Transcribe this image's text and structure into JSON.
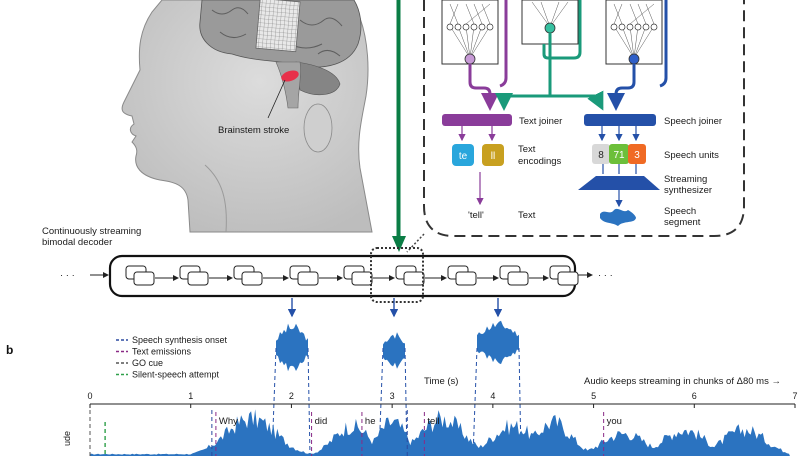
{
  "panel_b_letter": "b",
  "head": {
    "stroke_label": "Brainstem stroke"
  },
  "decoder": {
    "label_line1": "Continuously streaming",
    "label_line2": "bimodal decoder",
    "ellipsis_left": "· · ·",
    "ellipsis_right": "· · ·"
  },
  "text_branch": {
    "joiner": "Text joiner",
    "encodings": [
      "te",
      "ll"
    ],
    "encodings_label_line1": "Text",
    "encodings_label_line2": "encodings",
    "output_word": "'tell'",
    "output_label": "Text"
  },
  "speech_branch": {
    "joiner": "Speech joiner",
    "units": [
      "8",
      "71",
      "3"
    ],
    "units_label": "Speech units",
    "synth_label_line1": "Streaming",
    "synth_label_line2": "synthesizer",
    "segment_label_line1": "Speech",
    "segment_label_line2": "segment"
  },
  "legend": [
    {
      "label": "Speech synthesis onset",
      "color": "#2b4aa0"
    },
    {
      "label": "Text emissions",
      "color": "#8a2a86"
    },
    {
      "label": "GO cue",
      "color": "#555555"
    },
    {
      "label": "Silent-speech attempt",
      "color": "#2fa04a"
    }
  ],
  "timeline": {
    "axis_label": "Time (s)",
    "streaming_note": "Audio keeps streaming in chunks of Δ80 ms →",
    "ticks": [
      "0",
      "1",
      "2",
      "3",
      "4",
      "5",
      "6",
      "7"
    ],
    "xmax": 7,
    "go_cue_time": 0.0,
    "silent_attempt_time": 0.15,
    "words": [
      {
        "text": "Why",
        "t": 1.25
      },
      {
        "text": "did",
        "t": 2.2
      },
      {
        "text": "he",
        "t": 2.7
      },
      {
        "text": "tell",
        "t": 3.32
      },
      {
        "text": "you",
        "t": 5.1
      }
    ],
    "synthesis_onsets": [
      1.21,
      3.15
    ],
    "y_label_fragment": "ude"
  },
  "colors": {
    "text_branch": "#8a3c9a",
    "speech_branch": "#2450a8",
    "shared": "#1a9a7a",
    "decoder_arrow": "#0a7d45",
    "waveform": "#2b73c0",
    "stroke": "#e8304a",
    "enc_te": "#29a6dc",
    "enc_ll": "#c8a020",
    "unit_8": "#d8d8d8",
    "unit_71": "#6cbf3a",
    "unit_3": "#f06a24"
  }
}
